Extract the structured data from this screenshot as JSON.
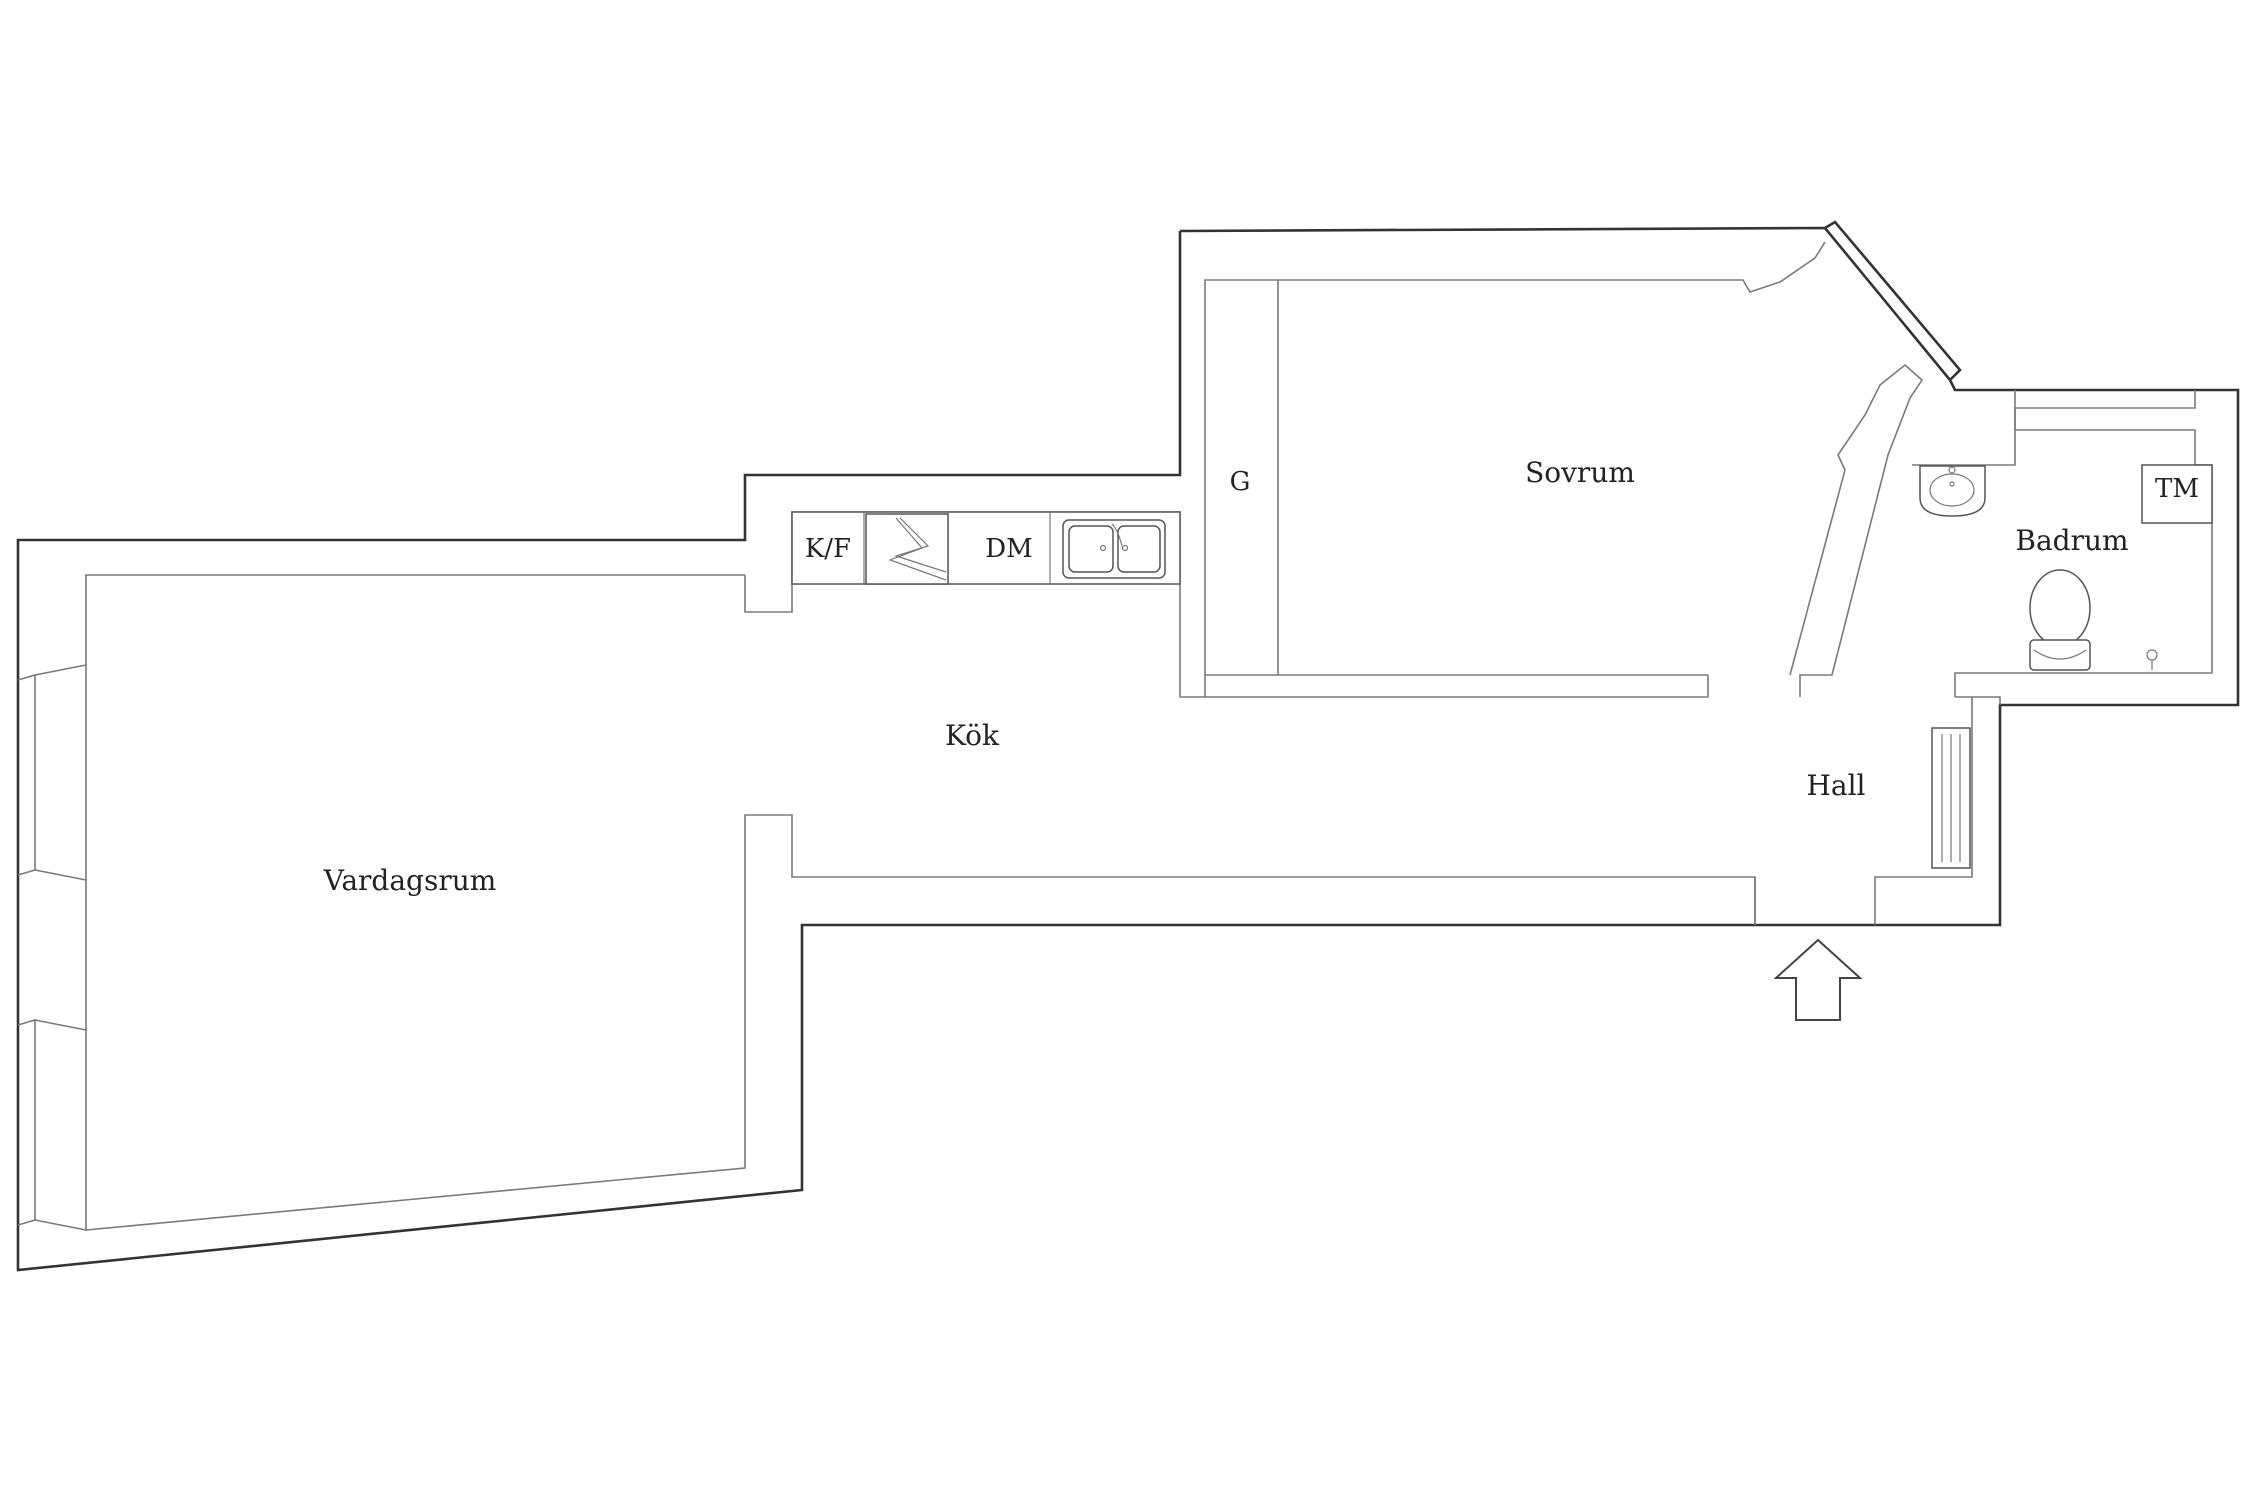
{
  "rooms": {
    "living": "Vardagsrum",
    "kitchen": "Kök",
    "bedroom": "Sovrum",
    "bathroom": "Badrum",
    "hall": "Hall"
  },
  "fixtures": {
    "fridge_freezer": "K/F",
    "dishwasher": "DM",
    "wardrobe": "G",
    "washing_machine": "TM"
  },
  "colors": {
    "outer_wall": "#333333",
    "inner_wall": "#7a7a7a",
    "background": "#ffffff"
  }
}
